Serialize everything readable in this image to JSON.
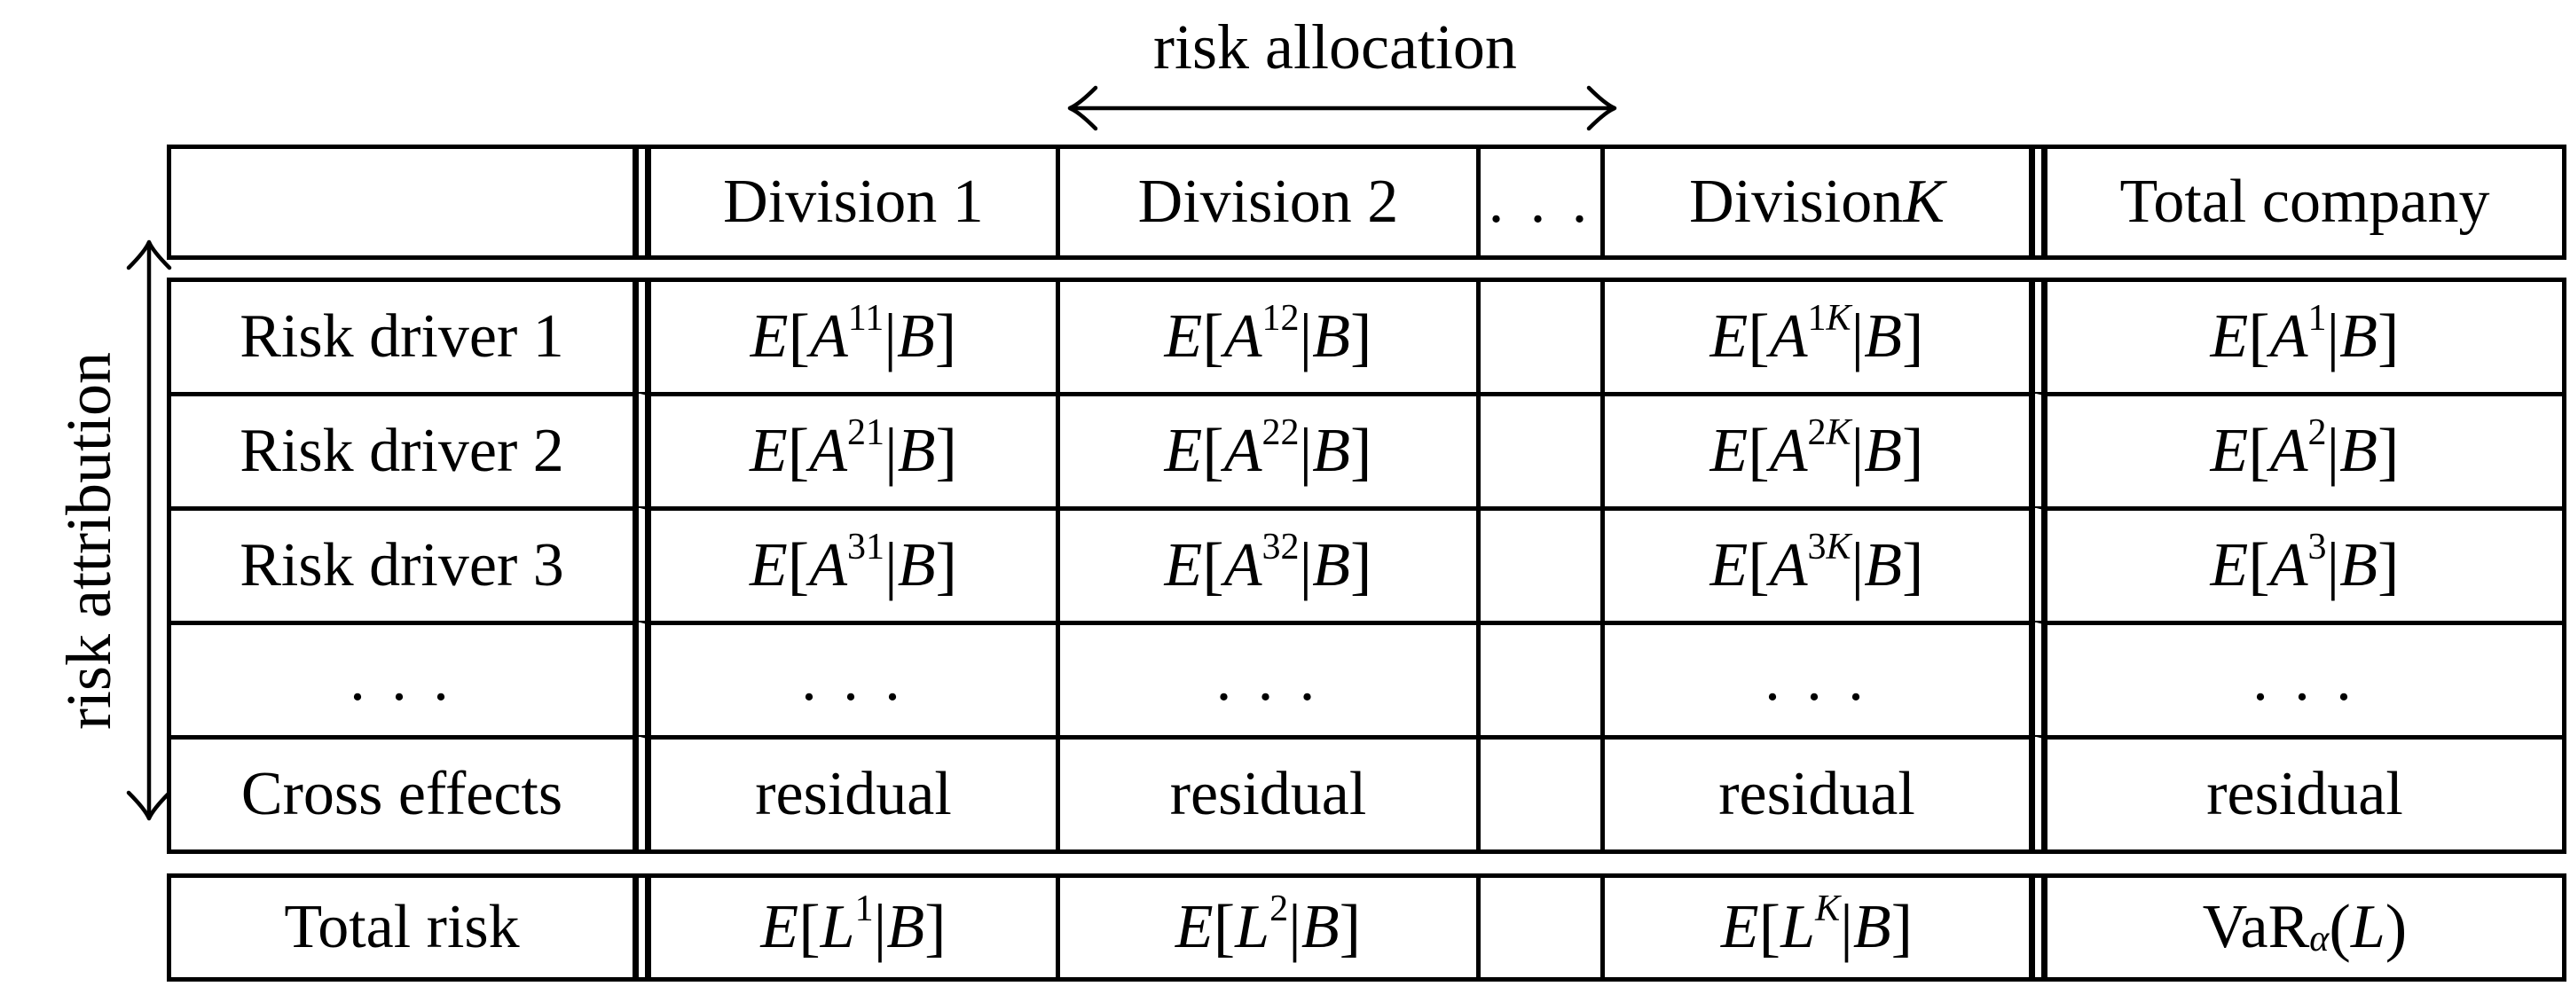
{
  "colors": {
    "ink": "#000000",
    "background": "#ffffff"
  },
  "annotations": {
    "top_axis_label": "risk allocation",
    "left_axis_label": "risk attribution"
  },
  "table": {
    "header": [
      [],
      [
        {
          "t": "tx",
          "v": "Division 1"
        }
      ],
      [
        {
          "t": "tx",
          "v": "Division 2"
        }
      ],
      [
        {
          "t": "dots",
          "v": ". . ."
        }
      ],
      [
        {
          "t": "tx",
          "v": "Division "
        },
        {
          "t": "it",
          "v": "K"
        }
      ],
      [
        {
          "t": "tx",
          "v": "Total company"
        }
      ]
    ],
    "rows": [
      {
        "cells": [
          [
            {
              "t": "tx",
              "v": "Risk driver 1"
            }
          ],
          [
            {
              "t": "it",
              "v": "E"
            },
            {
              "t": "dl",
              "v": "["
            },
            {
              "t": "it",
              "v": "A"
            },
            {
              "t": "sup",
              "v": "11"
            },
            {
              "t": "dl",
              "v": "|"
            },
            {
              "t": "it",
              "v": "B"
            },
            {
              "t": "dl",
              "v": "]"
            }
          ],
          [
            {
              "t": "it",
              "v": "E"
            },
            {
              "t": "dl",
              "v": "["
            },
            {
              "t": "it",
              "v": "A"
            },
            {
              "t": "sup",
              "v": "12"
            },
            {
              "t": "dl",
              "v": "|"
            },
            {
              "t": "it",
              "v": "B"
            },
            {
              "t": "dl",
              "v": "]"
            }
          ],
          [],
          [
            {
              "t": "it",
              "v": "E"
            },
            {
              "t": "dl",
              "v": "["
            },
            {
              "t": "it",
              "v": "A"
            },
            {
              "t": "sup",
              "v": "1"
            },
            {
              "t": "supit",
              "v": "K"
            },
            {
              "t": "dl",
              "v": "|"
            },
            {
              "t": "it",
              "v": "B"
            },
            {
              "t": "dl",
              "v": "]"
            }
          ],
          [
            {
              "t": "it",
              "v": "E"
            },
            {
              "t": "dl",
              "v": "["
            },
            {
              "t": "it",
              "v": "A"
            },
            {
              "t": "sup",
              "v": "1"
            },
            {
              "t": "dl",
              "v": "|"
            },
            {
              "t": "it",
              "v": "B"
            },
            {
              "t": "dl",
              "v": "]"
            }
          ]
        ]
      },
      {
        "cells": [
          [
            {
              "t": "tx",
              "v": "Risk driver 2"
            }
          ],
          [
            {
              "t": "it",
              "v": "E"
            },
            {
              "t": "dl",
              "v": "["
            },
            {
              "t": "it",
              "v": "A"
            },
            {
              "t": "sup",
              "v": "21"
            },
            {
              "t": "dl",
              "v": "|"
            },
            {
              "t": "it",
              "v": "B"
            },
            {
              "t": "dl",
              "v": "]"
            }
          ],
          [
            {
              "t": "it",
              "v": "E"
            },
            {
              "t": "dl",
              "v": "["
            },
            {
              "t": "it",
              "v": "A"
            },
            {
              "t": "sup",
              "v": "22"
            },
            {
              "t": "dl",
              "v": "|"
            },
            {
              "t": "it",
              "v": "B"
            },
            {
              "t": "dl",
              "v": "]"
            }
          ],
          [],
          [
            {
              "t": "it",
              "v": "E"
            },
            {
              "t": "dl",
              "v": "["
            },
            {
              "t": "it",
              "v": "A"
            },
            {
              "t": "sup",
              "v": "2"
            },
            {
              "t": "supit",
              "v": "K"
            },
            {
              "t": "dl",
              "v": "|"
            },
            {
              "t": "it",
              "v": "B"
            },
            {
              "t": "dl",
              "v": "]"
            }
          ],
          [
            {
              "t": "it",
              "v": "E"
            },
            {
              "t": "dl",
              "v": "["
            },
            {
              "t": "it",
              "v": "A"
            },
            {
              "t": "sup",
              "v": "2"
            },
            {
              "t": "dl",
              "v": "|"
            },
            {
              "t": "it",
              "v": "B"
            },
            {
              "t": "dl",
              "v": "]"
            }
          ]
        ]
      },
      {
        "cells": [
          [
            {
              "t": "tx",
              "v": "Risk driver 3"
            }
          ],
          [
            {
              "t": "it",
              "v": "E"
            },
            {
              "t": "dl",
              "v": "["
            },
            {
              "t": "it",
              "v": "A"
            },
            {
              "t": "sup",
              "v": "31"
            },
            {
              "t": "dl",
              "v": "|"
            },
            {
              "t": "it",
              "v": "B"
            },
            {
              "t": "dl",
              "v": "]"
            }
          ],
          [
            {
              "t": "it",
              "v": "E"
            },
            {
              "t": "dl",
              "v": "["
            },
            {
              "t": "it",
              "v": "A"
            },
            {
              "t": "sup",
              "v": "32"
            },
            {
              "t": "dl",
              "v": "|"
            },
            {
              "t": "it",
              "v": "B"
            },
            {
              "t": "dl",
              "v": "]"
            }
          ],
          [],
          [
            {
              "t": "it",
              "v": "E"
            },
            {
              "t": "dl",
              "v": "["
            },
            {
              "t": "it",
              "v": "A"
            },
            {
              "t": "sup",
              "v": "3"
            },
            {
              "t": "supit",
              "v": "K"
            },
            {
              "t": "dl",
              "v": "|"
            },
            {
              "t": "it",
              "v": "B"
            },
            {
              "t": "dl",
              "v": "]"
            }
          ],
          [
            {
              "t": "it",
              "v": "E"
            },
            {
              "t": "dl",
              "v": "["
            },
            {
              "t": "it",
              "v": "A"
            },
            {
              "t": "sup",
              "v": "3"
            },
            {
              "t": "dl",
              "v": "|"
            },
            {
              "t": "it",
              "v": "B"
            },
            {
              "t": "dl",
              "v": "]"
            }
          ]
        ]
      },
      {
        "cells": [
          [
            {
              "t": "dots",
              "v": ". . ."
            }
          ],
          [
            {
              "t": "dots",
              "v": ". . ."
            }
          ],
          [
            {
              "t": "dots",
              "v": ". . ."
            }
          ],
          [],
          [
            {
              "t": "dots",
              "v": ". . ."
            }
          ],
          [
            {
              "t": "dots",
              "v": ". . ."
            }
          ]
        ]
      },
      {
        "cells": [
          [
            {
              "t": "tx",
              "v": "Cross effects"
            }
          ],
          [
            {
              "t": "tx",
              "v": "residual"
            }
          ],
          [
            {
              "t": "tx",
              "v": "residual"
            }
          ],
          [],
          [
            {
              "t": "tx",
              "v": "residual"
            }
          ],
          [
            {
              "t": "tx",
              "v": "residual"
            }
          ]
        ]
      }
    ],
    "footer": {
      "cells": [
        [
          {
            "t": "tx",
            "v": "Total risk"
          }
        ],
        [
          {
            "t": "it",
            "v": "E"
          },
          {
            "t": "dl",
            "v": "["
          },
          {
            "t": "it",
            "v": "L"
          },
          {
            "t": "sup",
            "v": "1"
          },
          {
            "t": "dl",
            "v": "|"
          },
          {
            "t": "it",
            "v": "B"
          },
          {
            "t": "dl",
            "v": "]"
          }
        ],
        [
          {
            "t": "it",
            "v": "E"
          },
          {
            "t": "dl",
            "v": "["
          },
          {
            "t": "it",
            "v": "L"
          },
          {
            "t": "sup",
            "v": "2"
          },
          {
            "t": "dl",
            "v": "|"
          },
          {
            "t": "it",
            "v": "B"
          },
          {
            "t": "dl",
            "v": "]"
          }
        ],
        [],
        [
          {
            "t": "it",
            "v": "E"
          },
          {
            "t": "dl",
            "v": "["
          },
          {
            "t": "it",
            "v": "L"
          },
          {
            "t": "supit",
            "v": "K"
          },
          {
            "t": "dl",
            "v": "|"
          },
          {
            "t": "it",
            "v": "B"
          },
          {
            "t": "dl",
            "v": "]"
          }
        ],
        [
          {
            "t": "up",
            "v": "VaR"
          },
          {
            "t": "subit",
            "v": "α"
          },
          {
            "t": "dl",
            "v": "("
          },
          {
            "t": "it",
            "v": "L"
          },
          {
            "t": "dl",
            "v": ")"
          }
        ]
      ]
    }
  }
}
